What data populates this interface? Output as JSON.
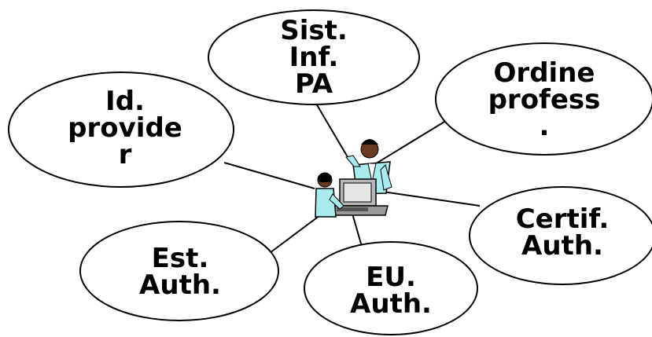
{
  "colors": {
    "stroke": "#000000",
    "background": "#ffffff",
    "skin": "#6b3a1f",
    "coat": "#a8ecf0",
    "monitor": "#b8b8b8"
  },
  "center": {
    "icon": "people-at-computer-icon"
  },
  "nodes": [
    {
      "id": "sist-inf-pa",
      "lines": [
        "Sist.",
        "Inf.",
        "PA"
      ]
    },
    {
      "id": "ordine-profess",
      "lines": [
        "Ordine",
        "profess",
        "."
      ]
    },
    {
      "id": "id-provider",
      "lines": [
        "Id.",
        "provide",
        "r"
      ]
    },
    {
      "id": "certif-auth",
      "lines": [
        "Certif.",
        "Auth."
      ]
    },
    {
      "id": "est-auth",
      "lines": [
        "Est.",
        "Auth."
      ]
    },
    {
      "id": "eu-auth",
      "lines": [
        "EU.",
        "Auth."
      ]
    }
  ]
}
